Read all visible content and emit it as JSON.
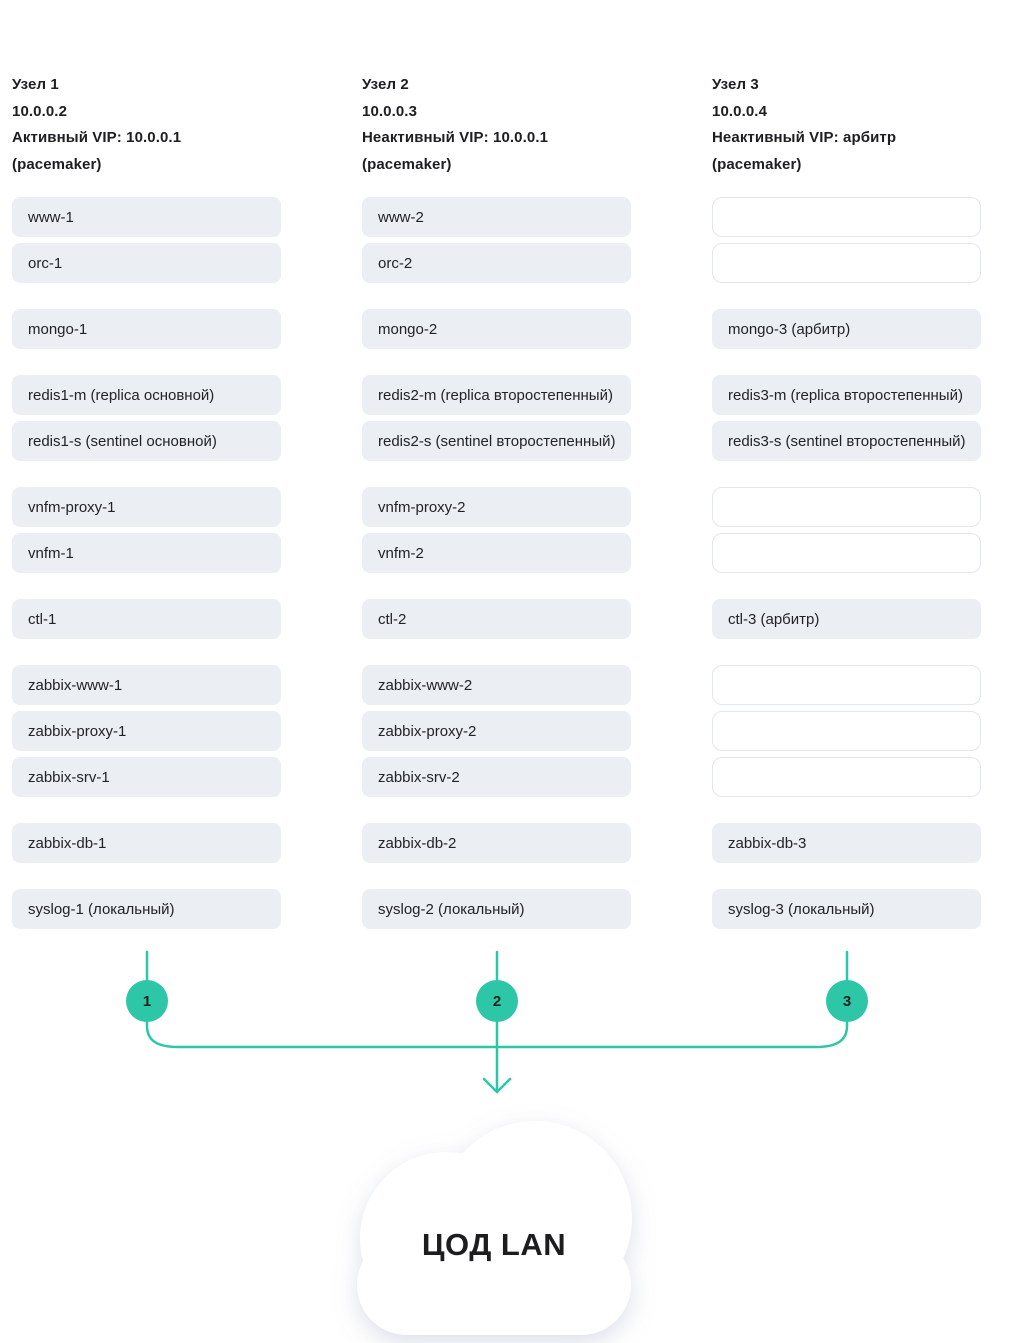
{
  "colors": {
    "accent": "#2dc6a7",
    "box_fill": "#ebeef3",
    "empty_box_border": "#e2e7f0",
    "text": "#212327"
  },
  "columns": [
    {
      "title": "Узел 1",
      "ip": "10.0.0.2",
      "vip": "Активный VIP: 10.0.0.1",
      "cluster": "(pacemaker)",
      "badge": "1",
      "groups": [
        [
          {
            "label": "www-1"
          },
          {
            "label": "orc-1"
          }
        ],
        [
          {
            "label": "mongo-1"
          }
        ],
        [
          {
            "label": "redis1-m (replica основной)"
          },
          {
            "label": "redis1-s (sentinel основной)"
          }
        ],
        [
          {
            "label": "vnfm-proxy-1"
          },
          {
            "label": "vnfm-1"
          }
        ],
        [
          {
            "label": "ctl-1"
          }
        ],
        [
          {
            "label": "zabbix-www-1"
          },
          {
            "label": "zabbix-proxy-1"
          },
          {
            "label": "zabbix-srv-1"
          }
        ],
        [
          {
            "label": "zabbix-db-1"
          }
        ],
        [
          {
            "label": "syslog-1 (локальный)"
          }
        ]
      ]
    },
    {
      "title": "Узел 2",
      "ip": "10.0.0.3",
      "vip": "Неактивный VIP: 10.0.0.1",
      "cluster": "(pacemaker)",
      "badge": "2",
      "groups": [
        [
          {
            "label": "www-2"
          },
          {
            "label": "orc-2"
          }
        ],
        [
          {
            "label": "mongo-2"
          }
        ],
        [
          {
            "label": "redis2-m (replica второстепенный)"
          },
          {
            "label": "redis2-s (sentinel второстепенный)"
          }
        ],
        [
          {
            "label": "vnfm-proxy-2"
          },
          {
            "label": "vnfm-2"
          }
        ],
        [
          {
            "label": "ctl-2"
          }
        ],
        [
          {
            "label": "zabbix-www-2"
          },
          {
            "label": "zabbix-proxy-2"
          },
          {
            "label": "zabbix-srv-2"
          }
        ],
        [
          {
            "label": "zabbix-db-2"
          }
        ],
        [
          {
            "label": "syslog-2 (локальный)"
          }
        ]
      ]
    },
    {
      "title": "Узел 3",
      "ip": "10.0.0.4",
      "vip": "Неактивный VIP: арбитр",
      "cluster": "(pacemaker)",
      "badge": "3",
      "groups": [
        [
          {
            "label": "",
            "empty": true
          },
          {
            "label": "",
            "empty": true
          }
        ],
        [
          {
            "label": "mongo-3 (арбитр)"
          }
        ],
        [
          {
            "label": "redis3-m (replica второстепенный)"
          },
          {
            "label": "redis3-s (sentinel второстепенный)"
          }
        ],
        [
          {
            "label": "",
            "empty": true
          },
          {
            "label": "",
            "empty": true
          }
        ],
        [
          {
            "label": "ctl-3 (арбитр)"
          }
        ],
        [
          {
            "label": "",
            "empty": true
          },
          {
            "label": "",
            "empty": true
          },
          {
            "label": "",
            "empty": true
          }
        ],
        [
          {
            "label": "zabbix-db-3"
          }
        ],
        [
          {
            "label": "syslog-3 (локальный)"
          }
        ]
      ]
    }
  ],
  "cloud": {
    "label": "ЦОД LAN"
  }
}
